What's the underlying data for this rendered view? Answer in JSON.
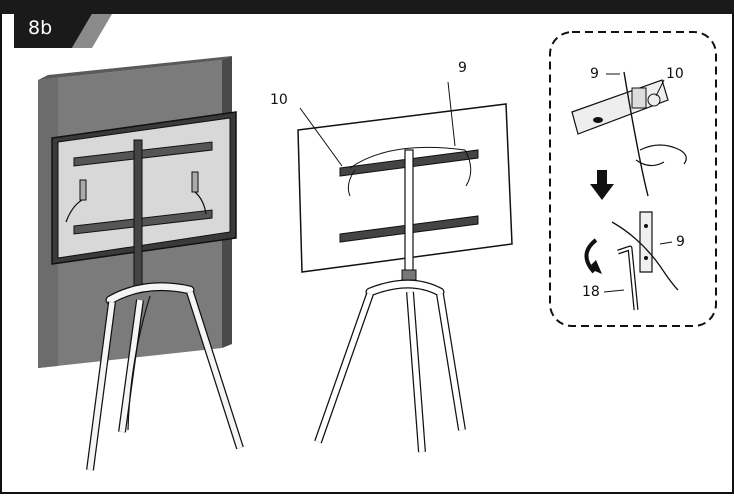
{
  "step": {
    "label": "8b"
  },
  "callouts": {
    "mid_part_9": "9",
    "mid_part_10": "10",
    "inset_part_9_top": "9",
    "inset_part_10": "10",
    "inset_part_9_bottom": "9",
    "inset_part_18": "18"
  },
  "colors": {
    "tab_dark": "#1a1a1a",
    "tab_gray": "#7a7a7a",
    "wall_face": "#7b7b7b",
    "wall_side": "#4a4a4a",
    "line": "#111111"
  },
  "icons": [
    "down-arrow-icon",
    "rotate-arrow-icon",
    "hex-key-icon"
  ]
}
